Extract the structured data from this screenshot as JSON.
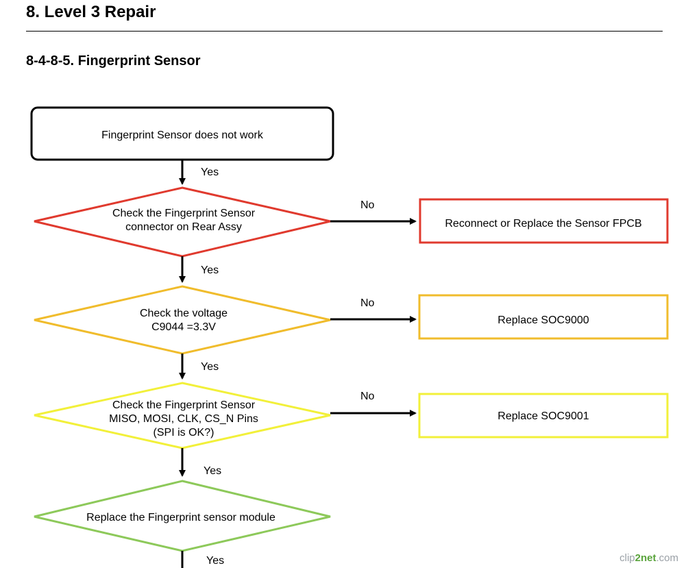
{
  "page": {
    "title": "8. Level 3 Repair",
    "subtitle": "8-4-8-5. Fingerprint Sensor"
  },
  "flowchart": {
    "start": {
      "text": "Fingerprint Sensor does not work"
    },
    "decisions": [
      {
        "lines": [
          "Check the Fingerprint Sensor",
          "connector on Rear Assy"
        ],
        "color": "#e03a2e",
        "no_label": "No",
        "yes_label": "Yes",
        "action": {
          "text": "Reconnect or Replace the Sensor FPCB",
          "color": "#e03a2e"
        }
      },
      {
        "lines": [
          "Check the voltage",
          "C9044 =3.3V"
        ],
        "color": "#f0bc2c",
        "no_label": "No",
        "yes_label": "Yes",
        "action": {
          "text": "Replace SOC9000",
          "color": "#f0bc2c"
        }
      },
      {
        "lines": [
          "Check the Fingerprint Sensor",
          "MISO, MOSI, CLK, CS_N Pins",
          "(SPI is OK?)"
        ],
        "color": "#f2f03a",
        "no_label": "No",
        "yes_label": "Yes",
        "action": {
          "text": "Replace SOC9001",
          "color": "#f2f03a"
        }
      },
      {
        "lines": [
          "Replace the Fingerprint sensor module"
        ],
        "color": "#8dc95a",
        "yes_label": "Yes"
      }
    ],
    "start_yes_label": "Yes"
  },
  "watermark": {
    "part1": "clip",
    "part2": "2net",
    "part3": ".com"
  }
}
